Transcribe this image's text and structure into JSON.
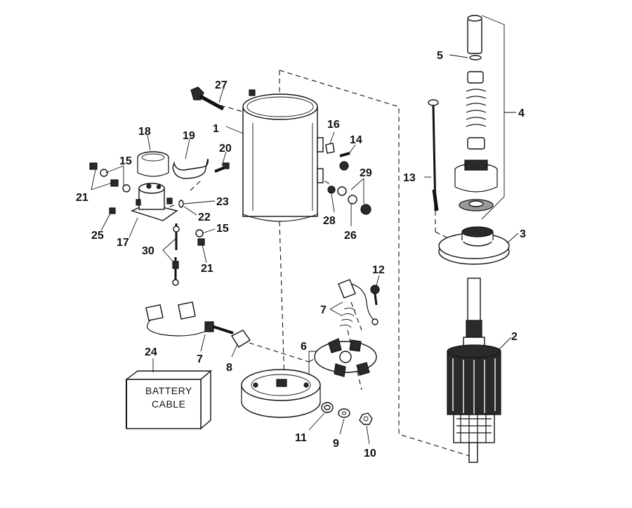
{
  "diagram": {
    "callouts": [
      {
        "id": "c1",
        "text": "1"
      },
      {
        "id": "c2",
        "text": "2"
      },
      {
        "id": "c3",
        "text": "3"
      },
      {
        "id": "c4",
        "text": "4"
      },
      {
        "id": "c5",
        "text": "5"
      },
      {
        "id": "c6",
        "text": "6"
      },
      {
        "id": "c7a",
        "text": "7"
      },
      {
        "id": "c7b",
        "text": "7"
      },
      {
        "id": "c8",
        "text": "8"
      },
      {
        "id": "c9",
        "text": "9"
      },
      {
        "id": "c10",
        "text": "10"
      },
      {
        "id": "c11",
        "text": "11"
      },
      {
        "id": "c12",
        "text": "12"
      },
      {
        "id": "c13",
        "text": "13"
      },
      {
        "id": "c14",
        "text": "14"
      },
      {
        "id": "c15a",
        "text": "15"
      },
      {
        "id": "c15b",
        "text": "15"
      },
      {
        "id": "c16",
        "text": "16"
      },
      {
        "id": "c17",
        "text": "17"
      },
      {
        "id": "c18",
        "text": "18"
      },
      {
        "id": "c19",
        "text": "19"
      },
      {
        "id": "c20",
        "text": "20"
      },
      {
        "id": "c21a",
        "text": "21"
      },
      {
        "id": "c21b",
        "text": "21"
      },
      {
        "id": "c22",
        "text": "22"
      },
      {
        "id": "c23",
        "text": "23"
      },
      {
        "id": "c24",
        "text": "24"
      },
      {
        "id": "c25",
        "text": "25"
      },
      {
        "id": "c26",
        "text": "26"
      },
      {
        "id": "c27",
        "text": "27"
      },
      {
        "id": "c28",
        "text": "28"
      },
      {
        "id": "c29",
        "text": "29"
      },
      {
        "id": "c30",
        "text": "30"
      }
    ],
    "battery_cable": {
      "line1": "BATTERY",
      "line2": "CABLE"
    }
  }
}
